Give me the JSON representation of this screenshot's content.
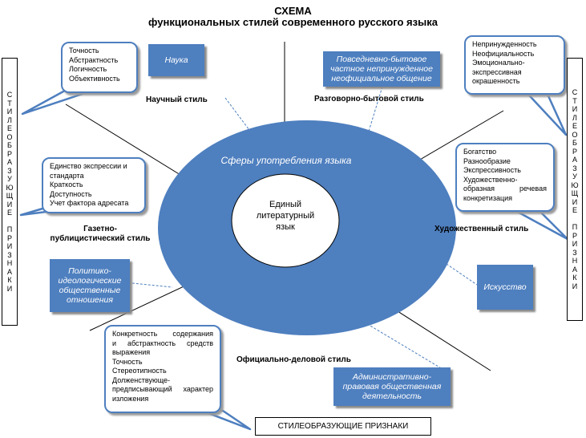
{
  "header": {
    "title": "СХЕМА",
    "subtitle": "функциональных стилей современного русского языка"
  },
  "center": {
    "ring_label": "Сферы употребления языка",
    "core_label": [
      "Единый",
      "литературный",
      "язык"
    ]
  },
  "styles": {
    "scientific": "Научный стиль",
    "colloquial": "Разговорно-бытовой стиль",
    "journalistic": [
      "Газетно-",
      "публицистический стиль"
    ],
    "artistic": "Художественный стиль",
    "official": "Официально-деловой стиль"
  },
  "spheres": {
    "science": "Наука",
    "everyday": [
      "Повседневно-бытовое",
      "частное непринужденное",
      "неофициальное общение"
    ],
    "political": [
      "Политико-",
      "идеологические",
      "общественные",
      "отношения"
    ],
    "art": "Искусство",
    "administrative": [
      "Административно-",
      "правовая общественная",
      "деятельность"
    ]
  },
  "features": {
    "scientific": [
      "Точность",
      "Абстрактность",
      "Логичность",
      "Объективность"
    ],
    "colloquial": [
      "Непринужденность",
      "Неофициальность",
      "Эмоционально-",
      "экспрессивная",
      "окрашенность"
    ],
    "journalistic": [
      "Единство экспрессии и",
      "стандарта",
      "Краткость",
      "Доступность",
      "Учет фактора адресата"
    ],
    "artistic": [
      "Богатство",
      "Разнообразие",
      "Экспрессивность",
      "Художественно-",
      "образная речевая",
      "конкретизация"
    ],
    "official": [
      "Конкретность содержания",
      "и абстрактность средств",
      "выражения",
      "Точность",
      "Стереотипность",
      "Долженствующе-",
      "предписывающий характер",
      "изложения"
    ]
  },
  "side_label_letters": [
    "С",
    "Т",
    "И",
    "Л",
    "Е",
    "О",
    "Б",
    "Р",
    "А",
    "З",
    "У",
    "Ю",
    "Щ",
    "И",
    "Е",
    "",
    "П",
    "Р",
    "И",
    "З",
    "Н",
    "А",
    "К",
    "И"
  ],
  "bottom_label": "СТИЛЕОБРАЗУЮЩИЕ ПРИЗНАКИ",
  "colors": {
    "accent": "#4e7fbf",
    "border": "#000000",
    "background": "#ffffff"
  }
}
